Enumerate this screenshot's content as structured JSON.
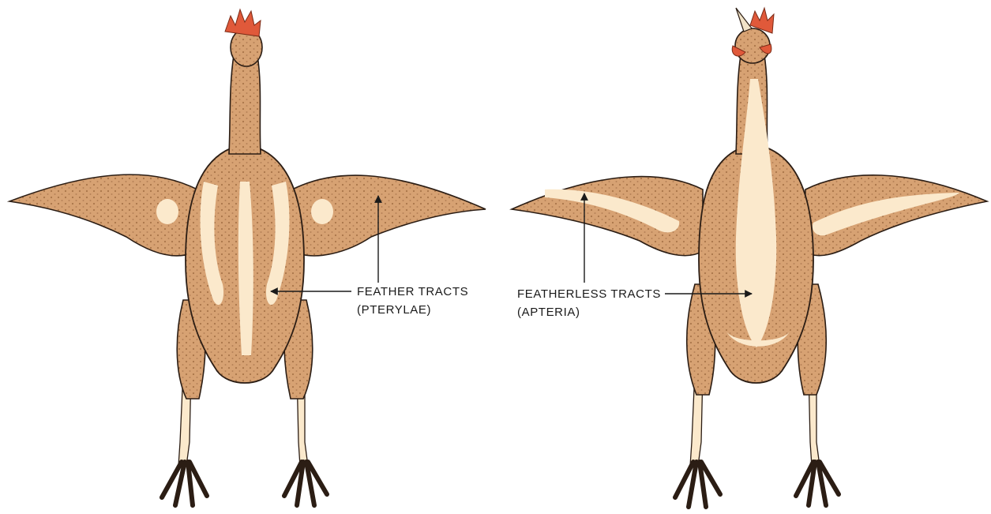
{
  "labels": {
    "feather_tracts": {
      "line1": "FEATHER TRACTS",
      "line2": "(PTERYLAE)"
    },
    "featherless_tracts": {
      "line1": "FEATHERLESS TRACTS",
      "line2": "(APTERIA)"
    }
  },
  "colors": {
    "skin": "#d7a273",
    "bare_skin": "#fbe9cc",
    "comb": "#e0593a",
    "outline": "#2b1d14",
    "stipple": "#a9754a"
  }
}
